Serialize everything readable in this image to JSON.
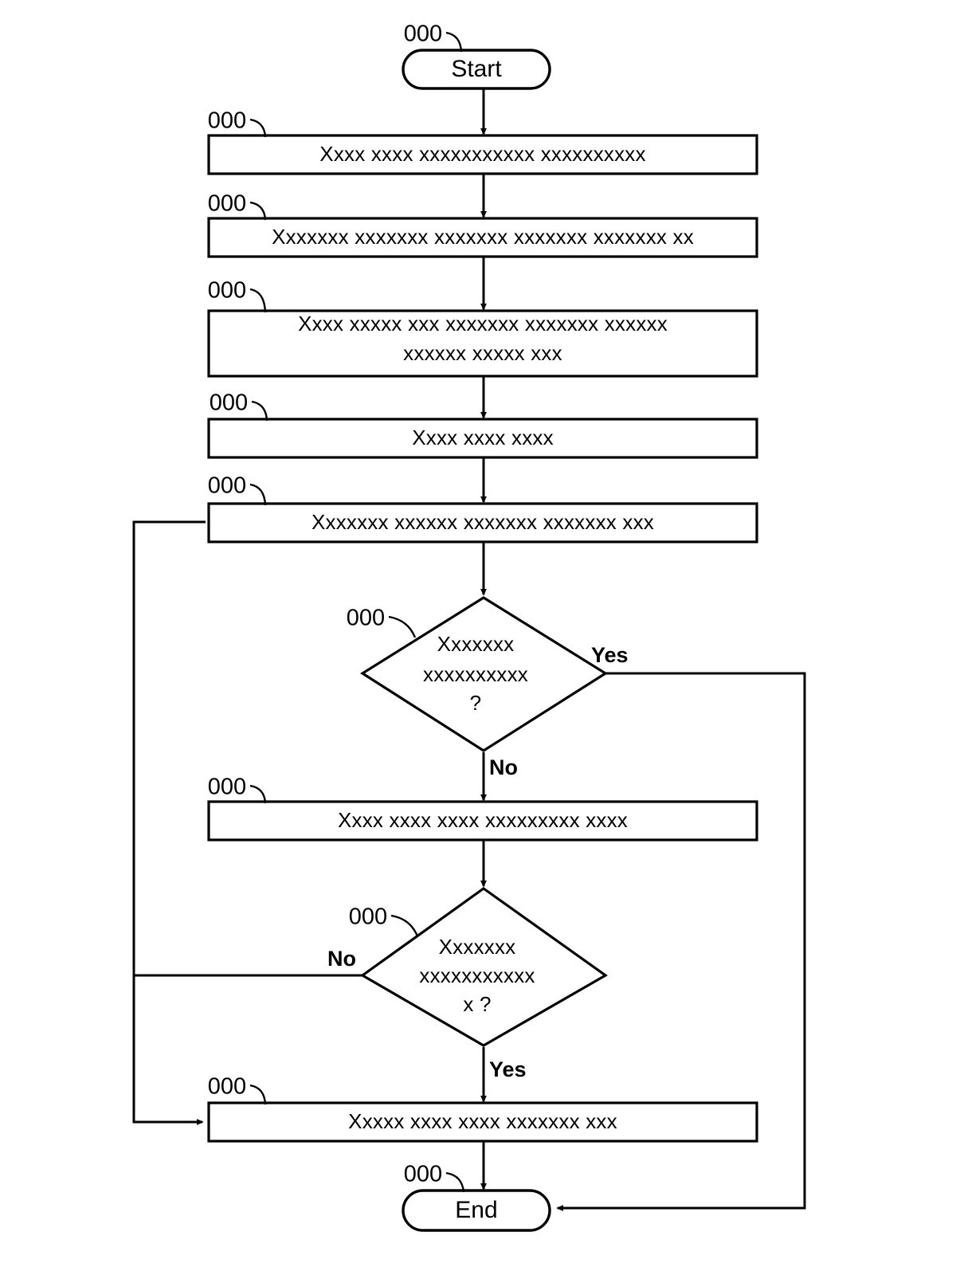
{
  "diagram": {
    "type": "flowchart",
    "title": "",
    "background": "#ffffff",
    "line_color": "#000000",
    "terminators": {
      "start_label": "Start",
      "end_label": "End"
    },
    "reference_numeral": "000",
    "branch_labels": {
      "yes": "Yes",
      "no": "No"
    },
    "nodes": [
      {
        "id": "start",
        "kind": "terminator",
        "ref": "000",
        "text": "Start"
      },
      {
        "id": "step1",
        "kind": "process",
        "ref": "000",
        "lines": [
          "Xxxx xxxx xxxxxxxxxxx xxxxxxxxxx"
        ]
      },
      {
        "id": "step2",
        "kind": "process",
        "ref": "000",
        "lines": [
          "Xxxxxxx xxxxxxx xxxxxxx xxxxxxx xxxxxxx xx"
        ]
      },
      {
        "id": "step3",
        "kind": "process",
        "ref": "000",
        "lines": [
          "Xxxx xxxxx xxx xxxxxxx xxxxxxx xxxxxx",
          "xxxxxx xxxxx  xxx"
        ]
      },
      {
        "id": "step4",
        "kind": "process",
        "ref": "000",
        "lines": [
          "Xxxx xxxx xxxx"
        ]
      },
      {
        "id": "step5",
        "kind": "process",
        "ref": "000",
        "lines": [
          "Xxxxxxx xxxxxx xxxxxxx xxxxxxx xxx"
        ]
      },
      {
        "id": "decision1",
        "kind": "decision",
        "ref": "000",
        "lines": [
          "Xxxxxxx",
          "xxxxxxxxxx",
          "?"
        ],
        "yes_label": "Yes",
        "no_label": "No"
      },
      {
        "id": "step6",
        "kind": "process",
        "ref": "000",
        "lines": [
          "Xxxx xxxx xxxx xxxxxxxxx xxxx"
        ]
      },
      {
        "id": "decision2",
        "kind": "decision",
        "ref": "000",
        "lines": [
          "Xxxxxxx",
          "xxxxxxxxxxx",
          "x ?"
        ],
        "yes_label": "Yes",
        "no_label": "No"
      },
      {
        "id": "step7",
        "kind": "process",
        "ref": "000",
        "lines": [
          "Xxxxx xxxx xxxx xxxxxxx xxx"
        ]
      },
      {
        "id": "end",
        "kind": "terminator",
        "ref": "000",
        "text": "End"
      }
    ],
    "edges": [
      {
        "from": "start",
        "to": "step1",
        "label": ""
      },
      {
        "from": "step1",
        "to": "step2",
        "label": ""
      },
      {
        "from": "step2",
        "to": "step3",
        "label": ""
      },
      {
        "from": "step3",
        "to": "step4",
        "label": ""
      },
      {
        "from": "step4",
        "to": "step5",
        "label": ""
      },
      {
        "from": "step5",
        "to": "decision1",
        "label": ""
      },
      {
        "from": "decision1",
        "to": "end",
        "label": "Yes"
      },
      {
        "from": "decision1",
        "to": "step6",
        "label": "No"
      },
      {
        "from": "step6",
        "to": "decision2",
        "label": ""
      },
      {
        "from": "decision2",
        "to": "step5",
        "label": "No"
      },
      {
        "from": "decision2",
        "to": "step7",
        "label": "Yes"
      },
      {
        "from": "step7",
        "to": "end",
        "label": ""
      }
    ]
  }
}
